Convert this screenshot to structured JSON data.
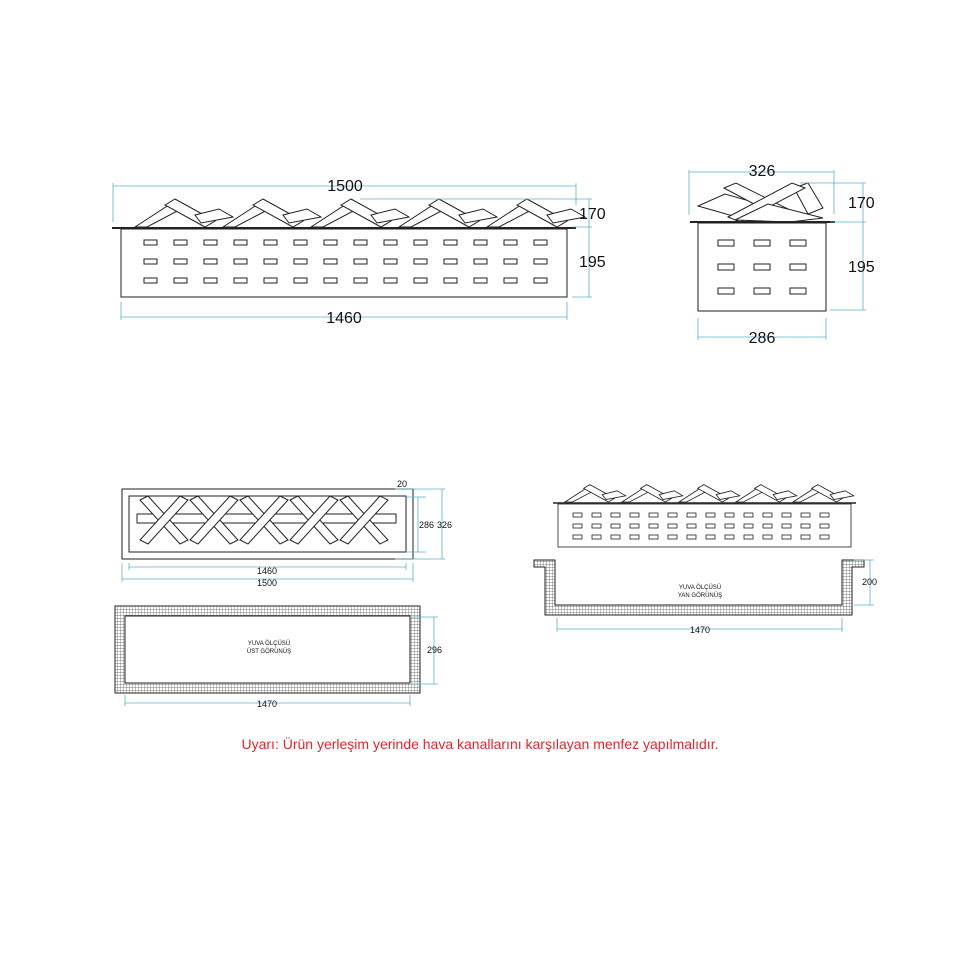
{
  "front_view": {
    "width_top": "1500",
    "height_top": "170",
    "height_body": "195",
    "width_body": "1460"
  },
  "side_view": {
    "width_top": "326",
    "height_top": "170",
    "height_body": "195",
    "width_body": "286"
  },
  "top_view": {
    "edge": "20",
    "depth_inner": "286",
    "depth_outer": "326",
    "width_inner": "1460",
    "width_outer": "1500"
  },
  "niche_top": {
    "title_line1": "YUVA ÖLÇÜSÜ",
    "title_line2": "ÜST GÖRÜNÜŞ",
    "depth": "296",
    "width": "1470"
  },
  "niche_side": {
    "title_line1": "YUVA ÖLÇÜSÜ",
    "title_line2": "YAN GÖRÜNÜŞ",
    "height": "200",
    "width": "1470"
  },
  "warning": "Uyarı: Ürün yerleşim yerinde hava kanallarını karşılayan menfez yapılmalıdır."
}
